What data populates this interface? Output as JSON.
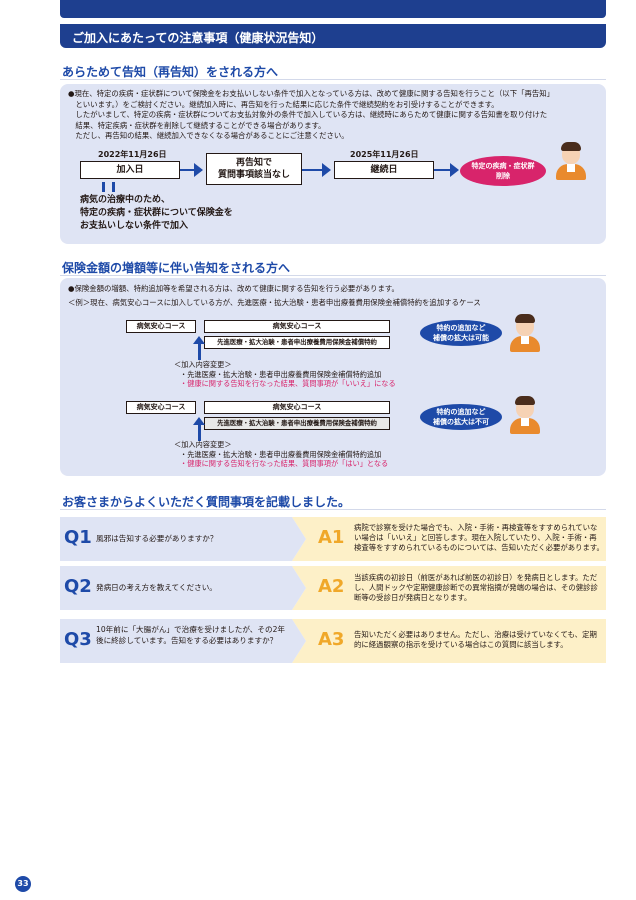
{
  "page_title": "ご加入にあたっての注意事項（健康状況告知）",
  "section1": {
    "heading": "あらためて告知（再告知）をされる方へ",
    "body": [
      "●現在、特定の疾病・症状群について保険金をお支払いしない条件で加入となっている方は、改めて健康に関する告知を行うこと（以下「再告知」",
      "　といいます。）をご検討ください。継続加入時に、再告知を行った結果に応じた条件で継続契約をお引受けすることができます。",
      "　したがいまして、特定の疾病・症状群についてお支払対象外の条件で加入している方は、継続時にあらためて健康に関する告知書を取り付けた",
      "　結果、特定疾病・症状群を削除して継続することができる場合があります。",
      "　ただし、再告知の結果、継続加入できなくなる場合があることにご注意ください。"
    ],
    "date1": "2022年11月26日",
    "date2": "2025年11月26日",
    "box_join": "加入日",
    "box_reannounce": "再告知で\n質問事項該当なし",
    "box_renewal": "継続日",
    "oval_remove": "特定の疾病・症状群\n削除",
    "condition_text": "病気の治療中のため、\n特定の疾病・症状群について保険金を\nお支払いしない条件で加入"
  },
  "section2": {
    "heading": "保険金額の増額等に伴い告知をされる方へ",
    "intro": "●保険金額の増額、特約追加等を希望される方は、改めて健康に関する告知を行う必要があります。",
    "example": "＜例＞現在、病気安心コースに加入している方が、先進医療・拡大治験・患者申出療養費用保険金補償特約を追加するケース",
    "case1": {
      "current": "病気安心コース",
      "new_course": "病気安心コース",
      "rider": "先進医療・拡大治験・患者申出療養費用保険金補償特約",
      "change_title": "＜加入内容変更＞",
      "change_item": "・先進医療・拡大治験・患者申出療養費用保険金補償特約追加",
      "result": "・健康に関する告知を行なった結果、質問事項が「いいえ」になる",
      "oval": "特約の追加など\n補償の拡大は可能"
    },
    "case2": {
      "current": "病気安心コース",
      "new_course": "病気安心コース",
      "rider": "先進医療・拡大治験・患者申出療養費用保険金補償特約",
      "change_title": "＜加入内容変更＞",
      "change_item": "・先進医療・拡大治験・患者申出療養費用保険金補償特約追加",
      "result": "・健康に関する告知を行なった結果、質問事項が「はい」となる",
      "oval": "特約の追加など\n補償の拡大は不可"
    }
  },
  "section3": {
    "heading": "お客さまからよくいただく質問事項を記載しました。",
    "faqs": [
      {
        "q_label": "Q1",
        "question": "風邪は告知する必要がありますか？",
        "a_label": "A1",
        "answer": "病院で診察を受けた場合でも、入院・手術・再検査等をすすめられていない場合は「いいえ」と回答します。現在入院していたり、入院・手術・再検査等をすすめられているものについては、告知いただく必要があります。"
      },
      {
        "q_label": "Q2",
        "question": "発病日の考え方を教えてください。",
        "a_label": "A2",
        "answer": "当該疾病の初診日（前医があれば前医の初診日）を発病日とします。ただし、人間ドックや定期健康診断での異常指摘が発端の場合は、その健診診断等の受診日が発病日となります。"
      },
      {
        "q_label": "Q3",
        "question": "10年前に「大腸がん」で治療を受けましたが、その2年後に終診しています。告知をする必要はありますか？",
        "a_label": "A3",
        "answer": "告知いただく必要はありません。ただし、治療は受けていなくても、定期的に経過観察の指示を受けている場合はこの質問に該当します。"
      }
    ]
  },
  "page_number": "33",
  "colors": {
    "primary": "#1e3f8f",
    "accent_blue": "#1e4aa8",
    "pink": "#d8246b",
    "panel": "#dfe4f4",
    "answer_bg": "#fdf0c8",
    "answer_label": "#f0a829"
  }
}
